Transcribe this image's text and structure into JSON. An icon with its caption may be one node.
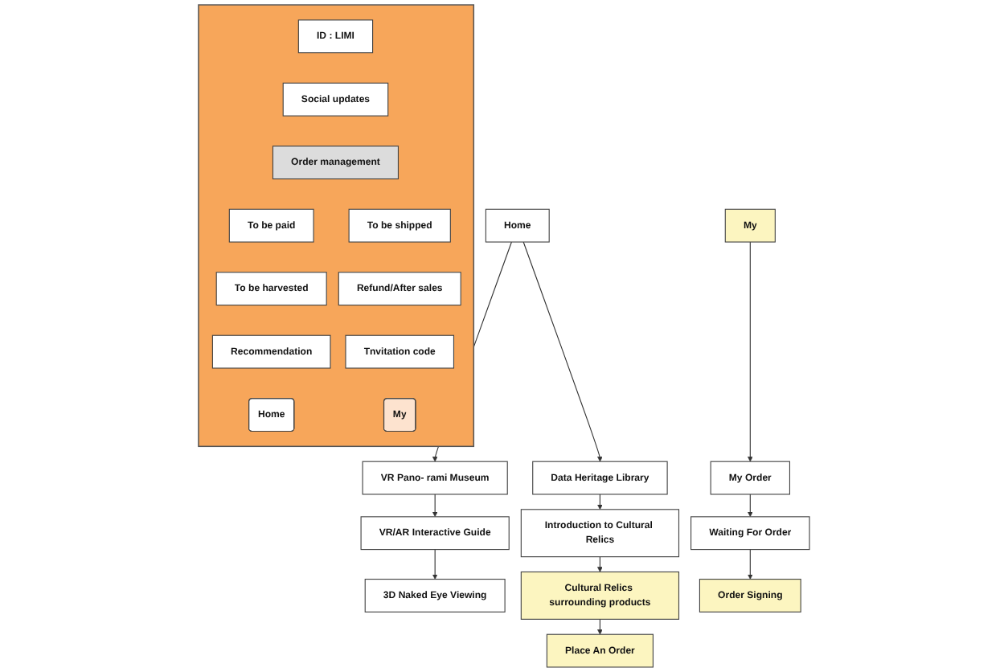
{
  "diagram": {
    "nodes": [
      {
        "text": [
          "Home"
        ]
      },
      {
        "text": [
          "VR Pano- rami Museum"
        ]
      },
      {
        "text": [
          "Data Heritage Library"
        ]
      },
      {
        "text": [
          "VR/AR Interactive Guide"
        ]
      },
      {
        "text": [
          "Introduction to Cultural Relics"
        ]
      },
      {
        "text": [
          "3D Naked Eye Viewing"
        ]
      },
      {
        "text": [
          "Cultural Relics surrounding products"
        ]
      },
      {
        "text": [
          "Place An Order"
        ]
      },
      {
        "text": [],
        "shape": "box"
      },
      {
        "text": [
          "ID : LIMI"
        ],
        "in": 8
      },
      {
        "text": [
          "Social updates"
        ],
        "in": 8
      },
      {
        "text": [
          "Order management"
        ],
        "in": 8
      },
      {
        "text": [
          "To be paid"
        ],
        "in": 8
      },
      {
        "text": [
          "To be shipped"
        ],
        "in": 8
      },
      {
        "text": [
          "To be harvested"
        ],
        "in": 8
      },
      {
        "text": [
          "Refund/After sales"
        ],
        "in": 8
      },
      {
        "text": [
          "Recommendation"
        ],
        "in": 8
      },
      {
        "text": [
          "Tnvitation code"
        ],
        "in": 8
      },
      {
        "text": [
          "Home"
        ],
        "in": 8
      },
      {
        "text": [
          "My"
        ],
        "in": 8
      },
      {
        "text": [
          "My"
        ]
      },
      {
        "text": [
          "My Order"
        ]
      },
      {
        "text": [
          "Waiting For Order"
        ]
      },
      {
        "text": [
          "Order Signing"
        ]
      }
    ],
    "edges": [
      {
        "from": 0,
        "to": 1,
        "arrow": "to"
      },
      {
        "from": 0,
        "to": 2,
        "arrow": "to"
      },
      {
        "from": 1,
        "to": 3,
        "arrow": "to"
      },
      {
        "from": 3,
        "to": 5,
        "arrow": "to"
      },
      {
        "from": 2,
        "to": 4,
        "arrow": "to"
      },
      {
        "from": 4,
        "to": 6,
        "arrow": "to"
      },
      {
        "from": 6,
        "to": 7,
        "arrow": "to"
      },
      {
        "from": 20,
        "to": 21,
        "arrow": "to"
      },
      {
        "from": 21,
        "to": 22,
        "arrow": "to"
      },
      {
        "from": 22,
        "to": 23,
        "arrow": "to"
      }
    ]
  }
}
